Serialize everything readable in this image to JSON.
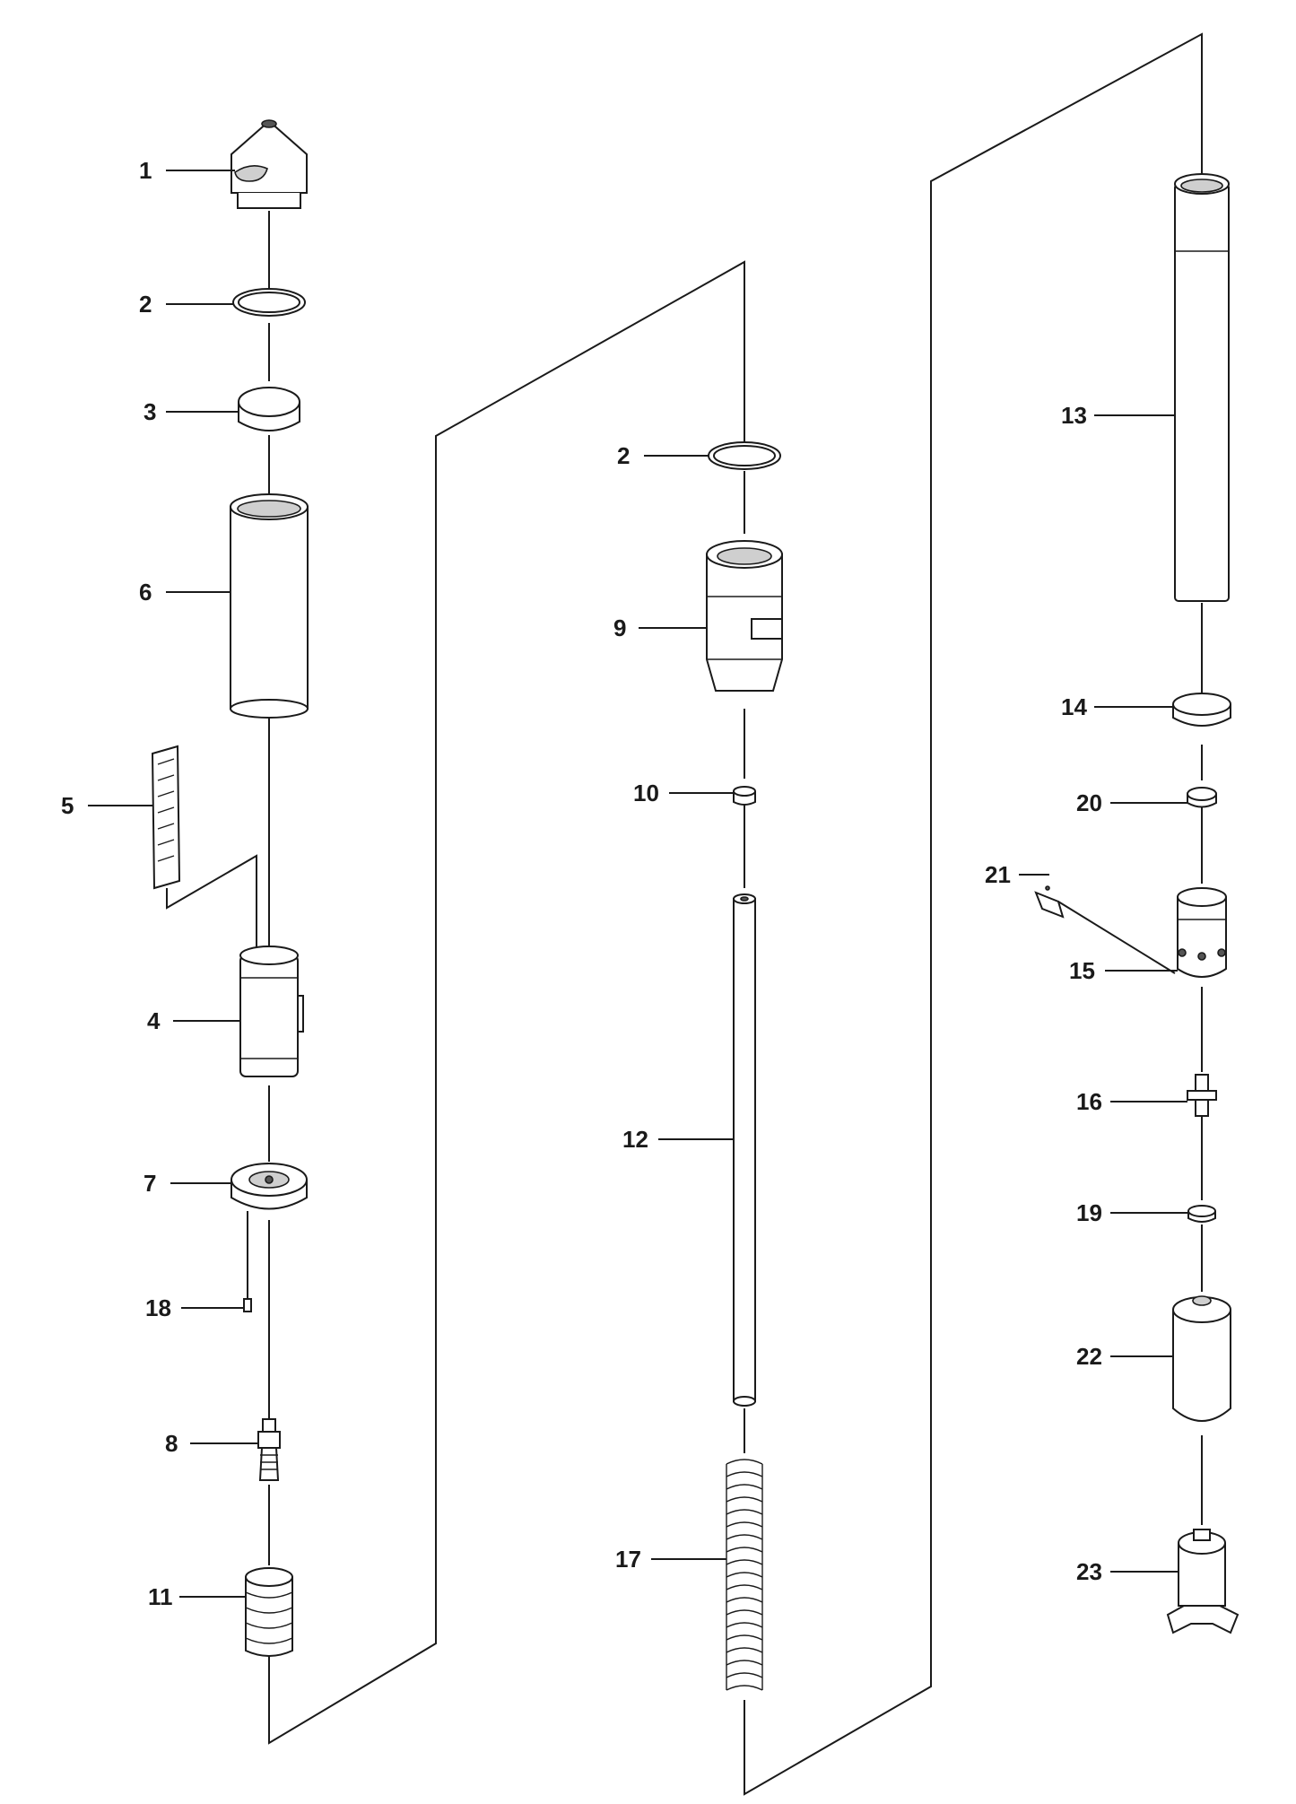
{
  "diagram": {
    "callouts": [
      {
        "id": "c1",
        "label": "1"
      },
      {
        "id": "c2a",
        "label": "2"
      },
      {
        "id": "c3",
        "label": "3"
      },
      {
        "id": "c6",
        "label": "6"
      },
      {
        "id": "c5",
        "label": "5"
      },
      {
        "id": "c4",
        "label": "4"
      },
      {
        "id": "c7",
        "label": "7"
      },
      {
        "id": "c18",
        "label": "18"
      },
      {
        "id": "c8",
        "label": "8"
      },
      {
        "id": "c11",
        "label": "11"
      },
      {
        "id": "c2b",
        "label": "2"
      },
      {
        "id": "c9",
        "label": "9"
      },
      {
        "id": "c10",
        "label": "10"
      },
      {
        "id": "c12",
        "label": "12"
      },
      {
        "id": "c17",
        "label": "17"
      },
      {
        "id": "c13",
        "label": "13"
      },
      {
        "id": "c14",
        "label": "14"
      },
      {
        "id": "c20",
        "label": "20"
      },
      {
        "id": "c21",
        "label": "21"
      },
      {
        "id": "c15",
        "label": "15"
      },
      {
        "id": "c16",
        "label": "16"
      },
      {
        "id": "c19",
        "label": "19"
      },
      {
        "id": "c22",
        "label": "22"
      },
      {
        "id": "c23",
        "label": "23"
      }
    ]
  }
}
